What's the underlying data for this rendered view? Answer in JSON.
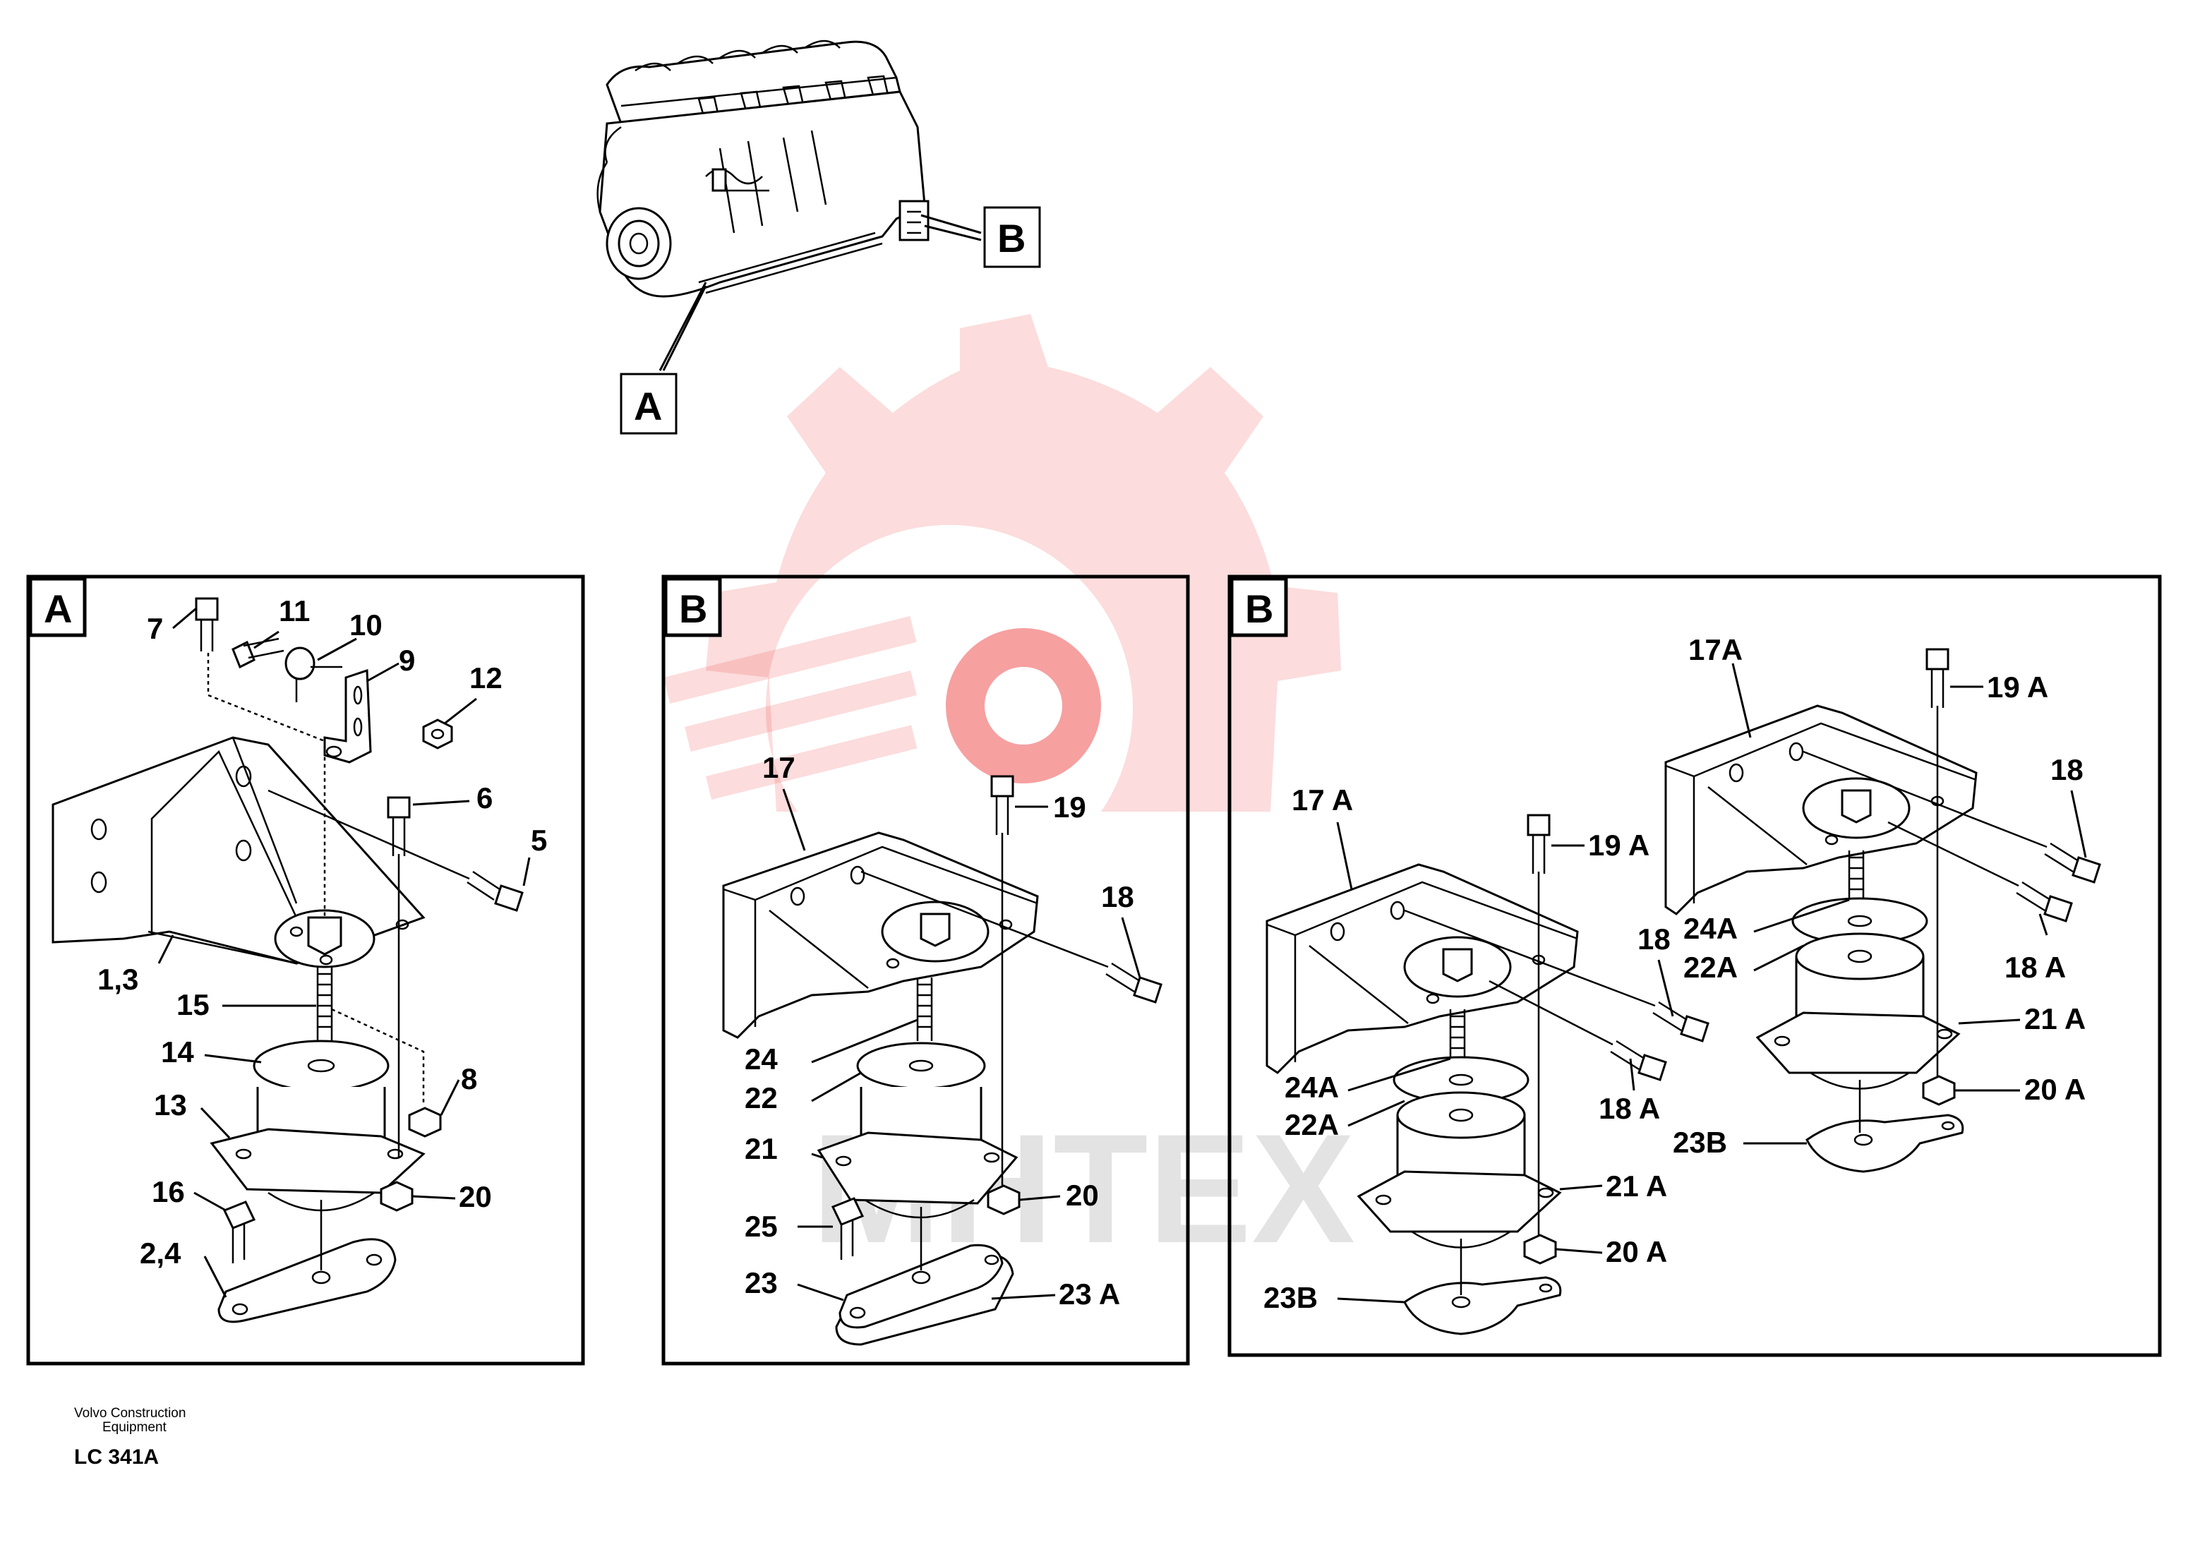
{
  "overview": {
    "label_a": "A",
    "label_b": "B"
  },
  "panel_a": {
    "tag": "A",
    "callouts": [
      "7",
      "11",
      "10",
      "9",
      "12",
      "6",
      "5",
      "1,3",
      "15",
      "8",
      "14",
      "13",
      "16",
      "20",
      "2,4"
    ]
  },
  "panel_b1": {
    "tag": "B",
    "callouts": [
      "17",
      "19",
      "18",
      "24",
      "22",
      "21",
      "20",
      "25",
      "23",
      "23 A"
    ]
  },
  "panel_b2": {
    "tag": "B",
    "callouts": [
      "17 A",
      "19 A",
      "18",
      "24A",
      "22A",
      "18 A",
      "21 A",
      "20 A",
      "23B",
      "17A",
      "19 A",
      "18",
      "24A",
      "22A",
      "18 A",
      "21 A",
      "20 A",
      "23B"
    ]
  },
  "watermark": {
    "text": "MHTEX",
    "gear_color": "#f06060"
  },
  "footer": {
    "company_line1": "Volvo Construction",
    "company_line2": "Equipment",
    "code": "LC 341A"
  }
}
